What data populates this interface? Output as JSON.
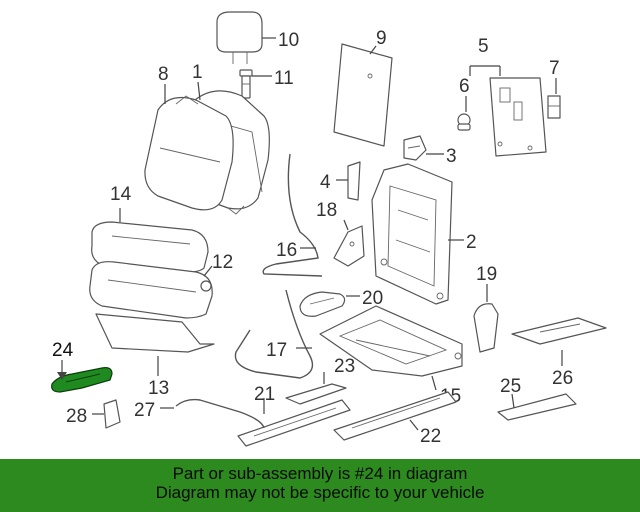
{
  "diagram": {
    "callouts": {
      "c1": "1",
      "c2": "2",
      "c3": "3",
      "c4": "4",
      "c5": "5",
      "c6": "6",
      "c7": "7",
      "c8": "8",
      "c9": "9",
      "c10": "10",
      "c11": "11",
      "c12": "12",
      "c13": "13",
      "c14": "14",
      "c15": "15",
      "c16": "16",
      "c17": "17",
      "c18": "18",
      "c19": "19",
      "c20": "20",
      "c21": "21",
      "c22": "22",
      "c23": "23",
      "c24": "24",
      "c25": "25",
      "c26": "26",
      "c27": "27",
      "c28": "28"
    },
    "highlighted_part": "24",
    "highlight_color": "#1f8a1f"
  },
  "banner": {
    "line1": "Part or sub-assembly is #24 in diagram",
    "line2": "Diagram may not be specific to your vehicle",
    "background": "#2d8a1e"
  }
}
